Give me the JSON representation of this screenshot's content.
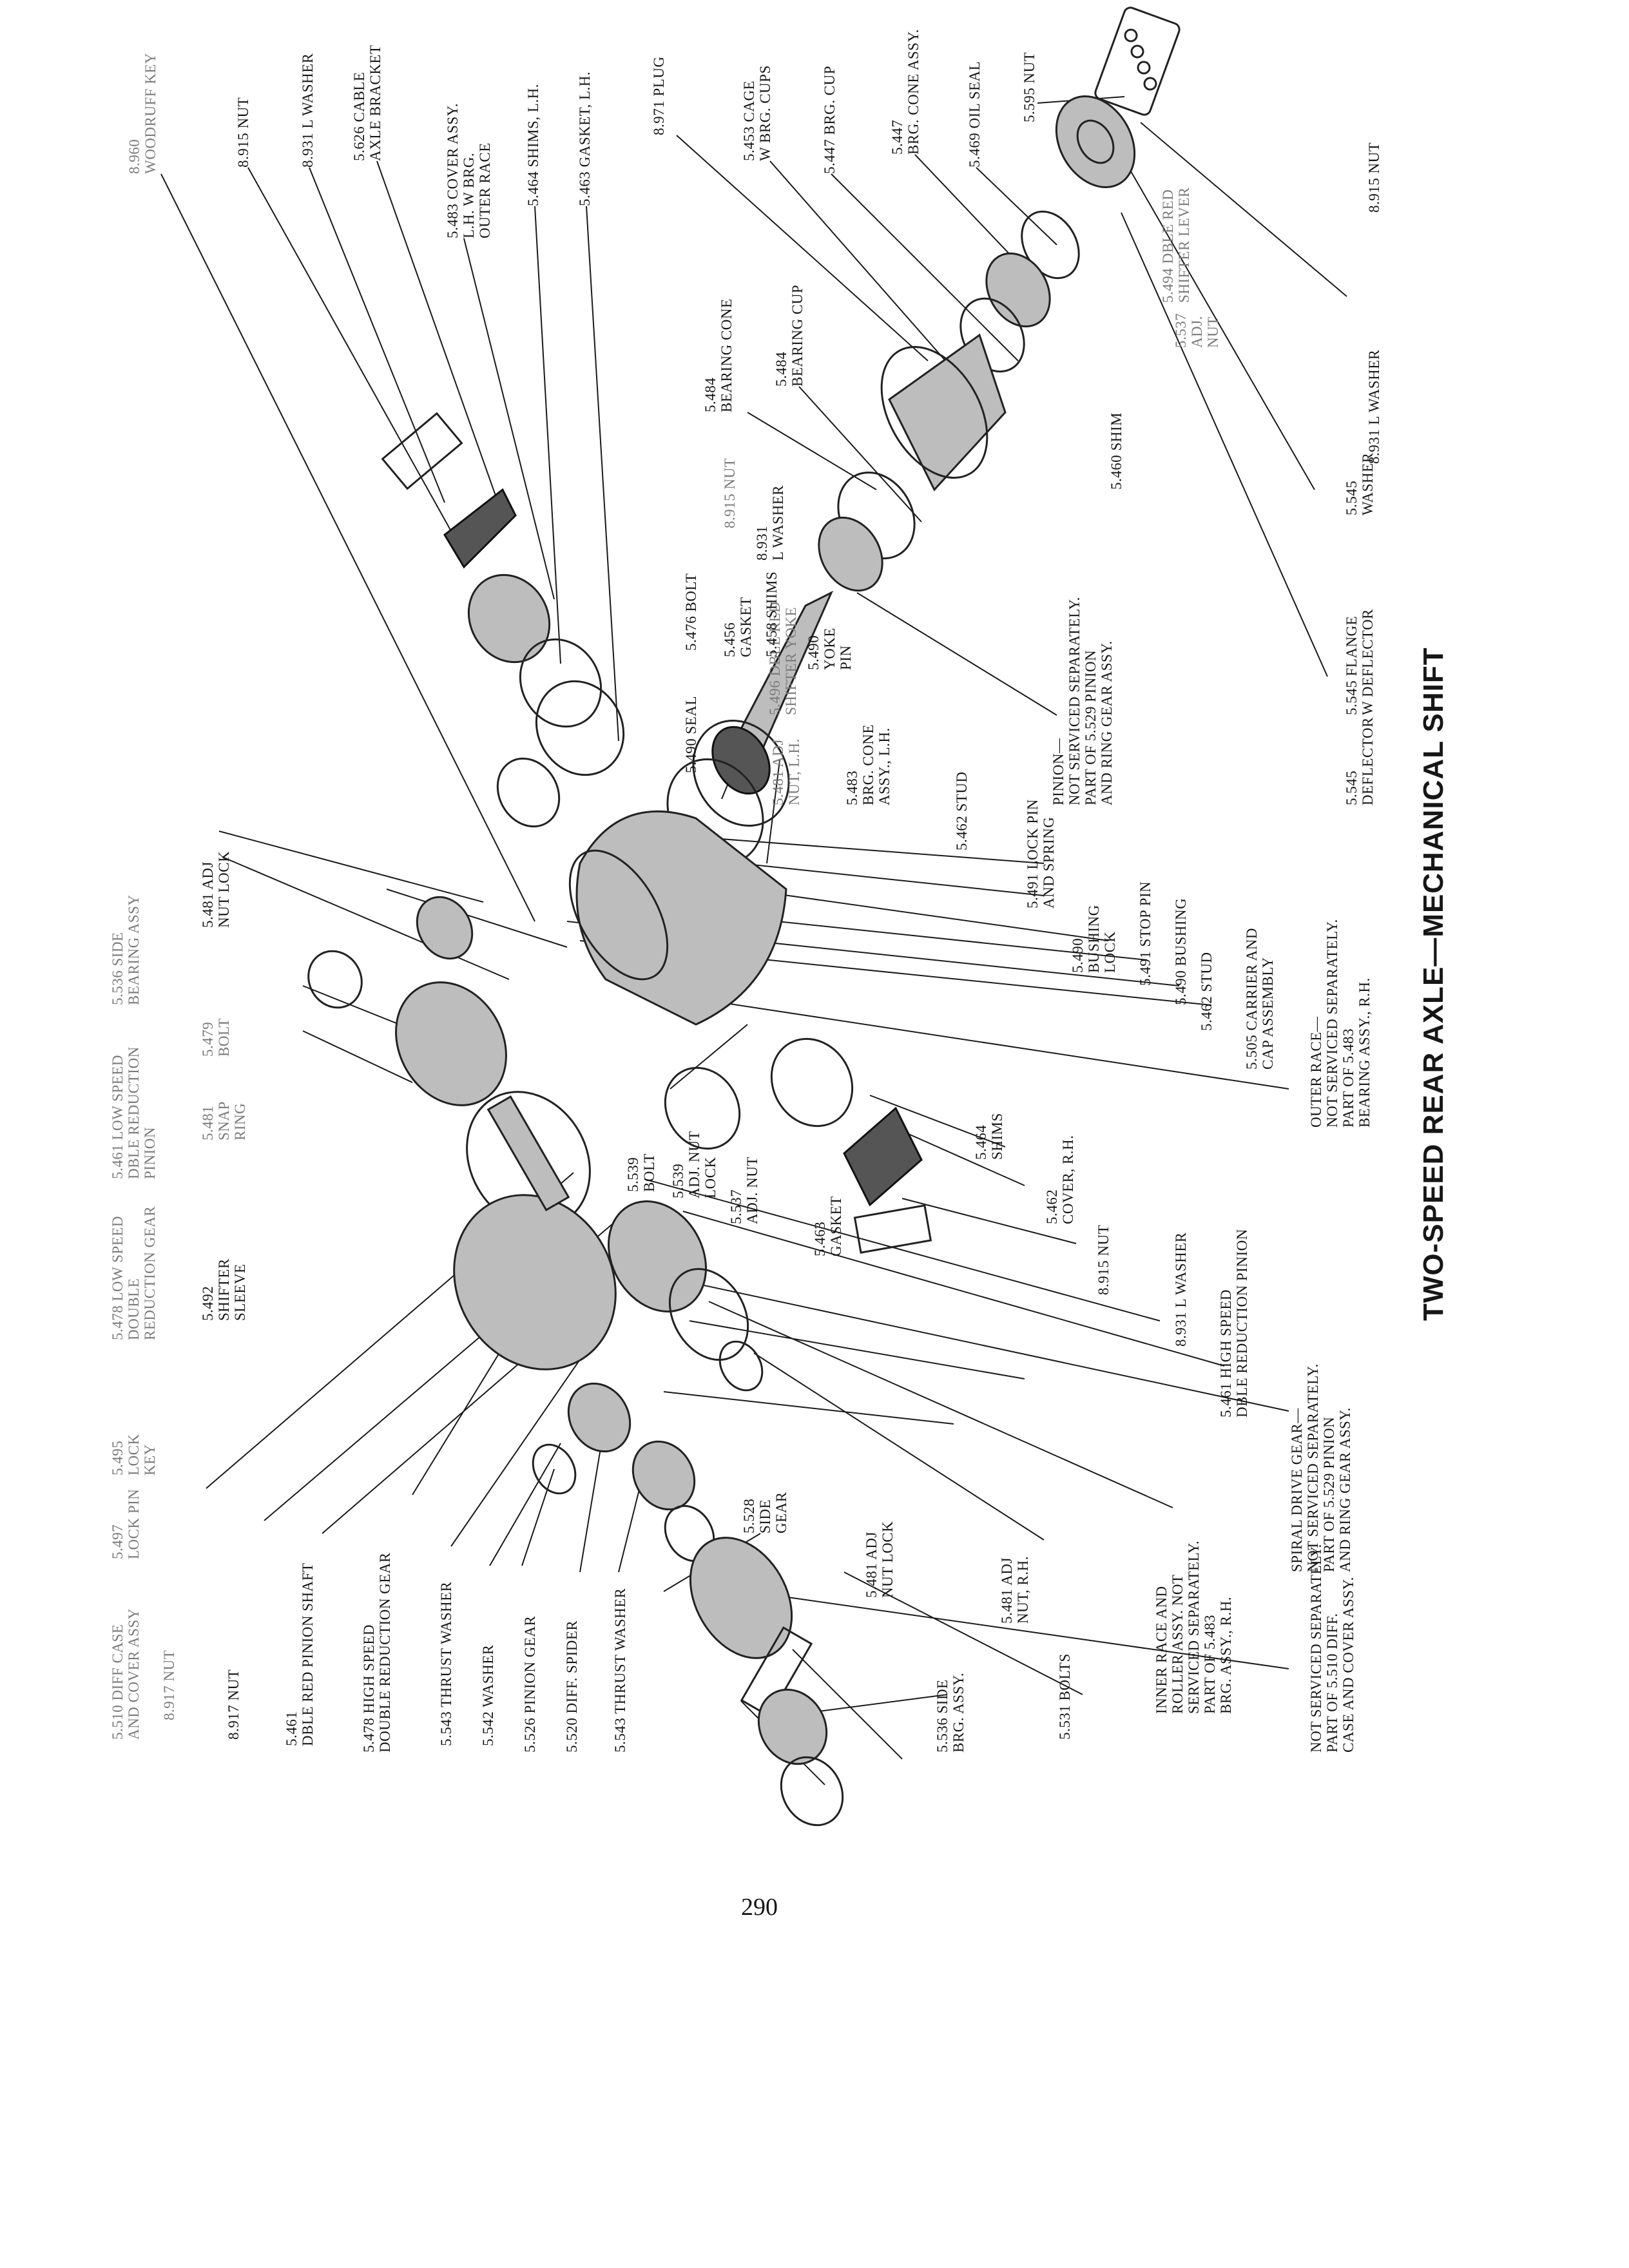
{
  "page": {
    "title": "TWO-SPEED REAR AXLE—MECHANICAL SHIFT",
    "page_number": "290"
  },
  "labels": {
    "woodruff_key": "8.960\nWOODRUFF KEY",
    "nut_8915_top": "8.915 NUT",
    "washer_8931_top": "8.931 L WASHER",
    "cable_bracket": "5.626 CABLE\nAXLE BRACKET",
    "cover_assy": "5.483 COVER ASSY.\nL.H. W BRG.\nOUTER RACE",
    "shims_lh": "5.464 SHIMS, L.H.",
    "gasket_lh": "5.463 GASKET, L.H.",
    "plug": "8.971 PLUG",
    "cage": "5.453 CAGE\nW BRG. CUPS",
    "brg_cup_5447": "5.447 BRG. CUP",
    "brg_cone_5447": "5.447\nBRG. CONE ASSY.",
    "oil_seal": "5.469 OIL SEAL",
    "nut_5595": "5.595 NUT",
    "nut_8915_right": "8.915 NUT",
    "washer_8931_right": "8.931 L WASHER",
    "washer_5545": "5.545\nWASHER",
    "shim_5460": "5.460 SHIM",
    "flange": "5.545 FLANGE\nW DEFLECTOR",
    "deflector": "5.545\nDEFLECTOR",
    "bearing_cone_5484": "5.484\nBEARING CONE",
    "bearing_cup_5484": "5.484\nBEARING CUP",
    "shifter_lever": "5.494 DBLE RED\nSHIFTER LEVER",
    "adj_nut_5537_top": "5.537\nADJ.\nNUT",
    "nut_8915_mid": "8.915 NUT",
    "washer_8931_mid": "8.931\nL WASHER",
    "shifter_yoke": "5.496 DBLE RED\nSHIFTER YOKE",
    "yoke_pin": "5.490\nYOKE\nPIN",
    "bolt_5476": "5.476 BOLT",
    "gasket_5456": "5.456\nGASKET",
    "shims_5458": "5.458 SHIMS",
    "pinion_note": "PINION—\nNOT SERVICED SEPARATELY.\nPART OF 5.529 PINION\nAND RING GEAR ASSY.",
    "seal_5490": "5.490 SEAL",
    "adj_nut_lh": "5.481 ADJ\nNUT, L.H.",
    "brg_cone_lh": "5.483\nBRG. CONE\nASSY., L.H.",
    "stud_5462_top": "5.462 STUD",
    "lock_pin": "5.491 LOCK PIN\nAND SPRING",
    "bushing_lock": "5.490\nBUSHING\nLOCK",
    "stop_pin": "5.491 STOP PIN",
    "bushing_5490": "5.490 BUSHING",
    "stud_5462_bottom": "5.462 STUD",
    "carrier": "5.505 CARRIER AND\nCAP ASSEMBLY",
    "outer_race_note": "OUTER RACE—\nNOT SERVICED SEPARATELY.\nPART OF 5.483\nBEARING ASSY., R.H.",
    "adj_nut_lock_5481": "5.481 ADJ\nNUT LOCK",
    "side_bearing_5536": "5.536 SIDE\nBEARING ASSY",
    "snap_ring": "5.481\nSNAP\nRING",
    "bolt_5479": "5.479\nBOLT",
    "low_speed_pinion": "5.461 LOW SPEED\nDBLE REDUCTION\nPINION",
    "bolt_5539": "5.539\nBOLT",
    "adj_nut_lock_5539": "5.539\nADJ. NUT\nLOCK",
    "adj_nut_5537": "5.537\nADJ. NUT",
    "gasket_5463": "5.463\nGASKET",
    "shims_5464": "5.464\nSHIMS",
    "cover_rh": "5.462\nCOVER, R.H.",
    "nut_8915_bottom": "8.915 NUT",
    "washer_8931_bottom": "8.931 L WASHER",
    "high_speed_pinion": "5.461 HIGH SPEED\nDBLE REDUCTION PINION",
    "low_speed_gear": "5.478 LOW SPEED\nDOUBLE\nREDUCTION GEAR",
    "shifter_sleeve": "5.492\nSHIFTER\nSLEEVE",
    "spiral_note": "SPIRAL DRIVE GEAR—\nNOT SERVICED SEPARATELY.\nPART OF 5.529 PINION\nAND RING GEAR ASSY.",
    "lock_key": "5.495\nLOCK\nKEY",
    "side_gear": "5.528\nSIDE\nGEAR",
    "adj_nut_lock_bottom": "5.481 ADJ\nNUT LOCK",
    "adj_nut_rh": "5.481 ADJ\nNUT, R.H.",
    "inner_race_note": "INNER RACE AND\nROLLER ASSY. NOT\nSERVICED SEPARATELY.\nPART OF 5.483\nBRG. ASSY., R.H.",
    "diff_case": "5.510 DIFF CASE\nAND COVER ASSY",
    "lock_pin_5497": "5.497\nLOCK PIN",
    "nut_8917_a": "8.917 NUT",
    "nut_8917_b": "8.917 NUT",
    "pinion_shaft": "5.461\nDBLE RED PINION SHAFT",
    "high_speed_gear": "5.478 HIGH SPEED\nDOUBLE REDUCTION GEAR",
    "thrust_washer_a": "5.543 THRUST WASHER",
    "washer_5542": "5.542 WASHER",
    "pinion_gear": "5.526 PINION GEAR",
    "diff_spider": "5.520 DIFF. SPIDER",
    "thrust_washer_b": "5.543 THRUST WASHER",
    "side_brg_bottom": "5.536 SIDE\nBRG. ASSY.",
    "bolts_5531": "5.531 BOLTS",
    "not_serviced_note": "NOT SERVICED SEPARATELY.\nPART OF 5.510 DIFF.\nCASE AND COVER ASSY."
  }
}
